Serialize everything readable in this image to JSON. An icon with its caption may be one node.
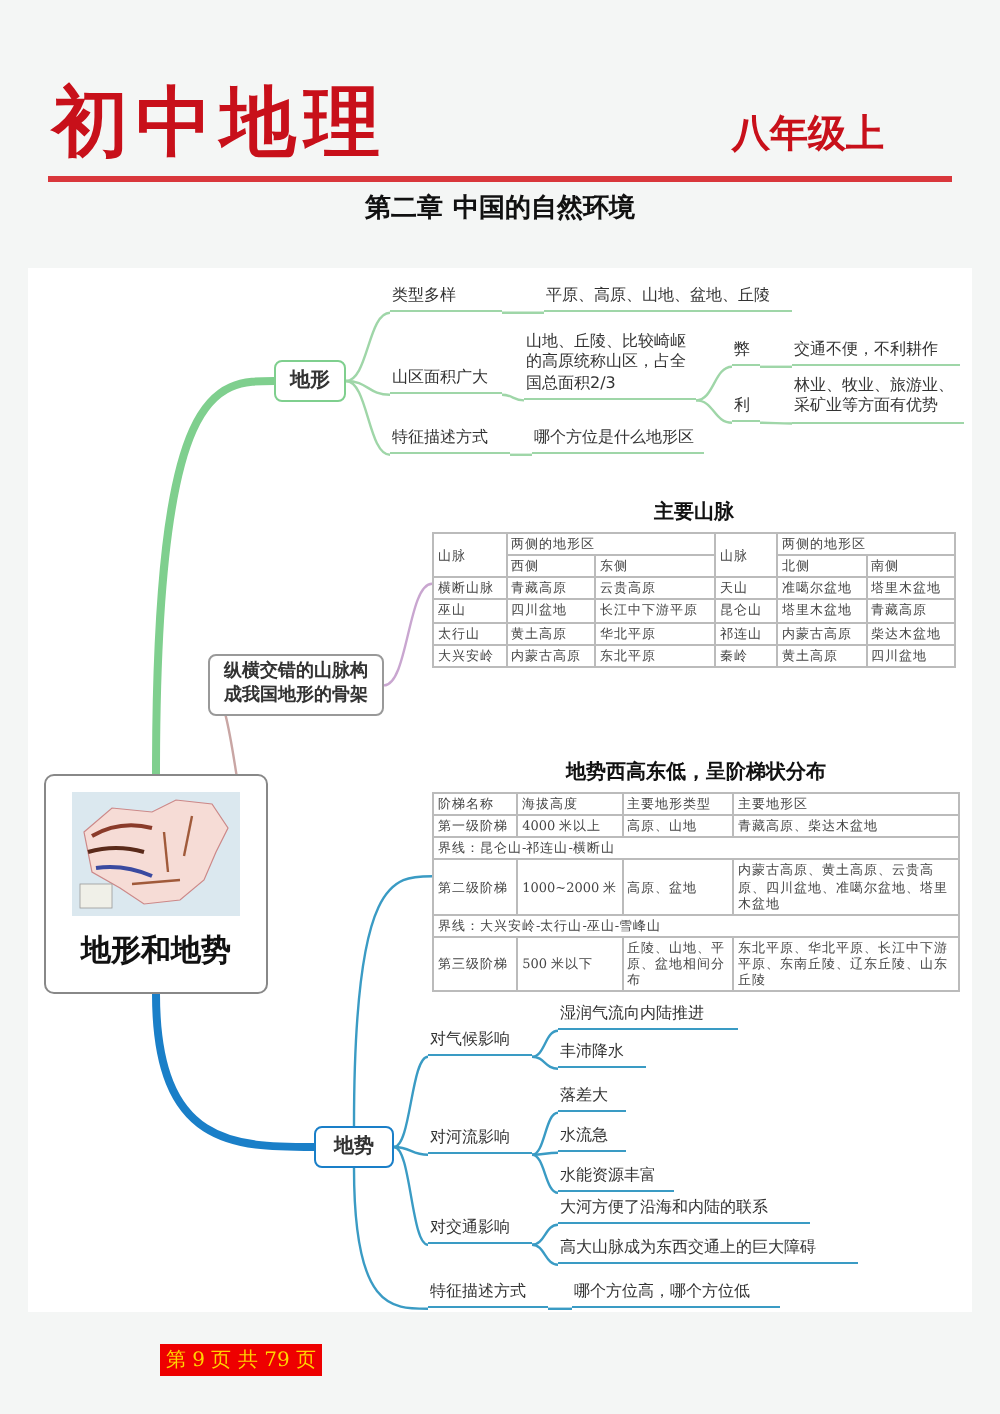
{
  "diagram": {
    "title": "初中地理",
    "nodes": [
      {
        "text": [
          "地形和地势"
        ]
      },
      {
        "text": [
          "地形"
        ]
      },
      {
        "text": [
          "类型多样"
        ]
      },
      {
        "text": [
          "平原、高原、山地、盆地、丘陵"
        ]
      },
      {
        "text": [
          "山区面积广大"
        ]
      },
      {
        "text": [
          "山地、丘陵、比较崎岖的高原统称山区，占全国总面积2/3"
        ]
      },
      {
        "text": [
          "弊"
        ]
      },
      {
        "text": [
          "交通不便，不利耕作"
        ]
      },
      {
        "text": [
          "利"
        ]
      },
      {
        "text": [
          "林业、牧业、旅游业、采矿业等方面有优势"
        ]
      },
      {
        "text": [
          "特征描述方式"
        ]
      },
      {
        "text": [
          "哪个方位是什么地形区"
        ]
      },
      {
        "text": [
          "纵横交错的山脉构成我国地形的骨架"
        ]
      },
      {
        "text": [
          "主要山脉"
        ]
      },
      {
        "text": [
          "地势"
        ]
      },
      {
        "text": [
          "地势西高东低，呈阶梯状分布"
        ]
      },
      {
        "text": [
          "对气候影响"
        ]
      },
      {
        "text": [
          "湿润气流向内陆推进"
        ]
      },
      {
        "text": [
          "丰沛降水"
        ]
      },
      {
        "text": [
          "对河流影响"
        ]
      },
      {
        "text": [
          "落差大"
        ]
      },
      {
        "text": [
          "水流急"
        ]
      },
      {
        "text": [
          "水能资源丰富"
        ]
      },
      {
        "text": [
          "对交通影响"
        ]
      },
      {
        "text": [
          "大河方便了沿海和内陆的联系"
        ]
      },
      {
        "text": [
          "高大山脉成为东西交通上的巨大障碍"
        ]
      },
      {
        "text": [
          "特征描述方式"
        ]
      },
      {
        "text": [
          "哪个方位高，哪个方位低"
        ]
      }
    ],
    "edges": [
      {
        "from": 0,
        "to": 1,
        "arrow": "none",
        "style": "thick",
        "color": "#7fcf8e"
      },
      {
        "from": 1,
        "to": 2,
        "arrow": "none",
        "color": "#9fd6a8"
      },
      {
        "from": 2,
        "to": 3,
        "arrow": "none",
        "color": "#9fd6a8"
      },
      {
        "from": 1,
        "to": 4,
        "arrow": "none",
        "color": "#9fd6a8"
      },
      {
        "from": 4,
        "to": 5,
        "arrow": "none",
        "color": "#9fd6a8"
      },
      {
        "from": 5,
        "to": 6,
        "arrow": "none",
        "color": "#9fd6a8"
      },
      {
        "from": 6,
        "to": 7,
        "arrow": "none",
        "color": "#9fd6a8"
      },
      {
        "from": 5,
        "to": 8,
        "arrow": "none",
        "color": "#9fd6a8"
      },
      {
        "from": 8,
        "to": 9,
        "arrow": "none",
        "color": "#9fd6a8"
      },
      {
        "from": 1,
        "to": 10,
        "arrow": "none",
        "color": "#9fd6a8"
      },
      {
        "from": 10,
        "to": 11,
        "arrow": "none",
        "color": "#9fd6a8"
      },
      {
        "from": 0,
        "to": 12,
        "arrow": "none",
        "color": "#c9a6a4"
      },
      {
        "from": 12,
        "to": 13,
        "arrow": "none",
        "color": "#c9a6d0"
      },
      {
        "from": 0,
        "to": 14,
        "arrow": "none",
        "style": "thick",
        "color": "#1a7fc8"
      },
      {
        "from": 14,
        "to": 15,
        "arrow": "none"
      },
      {
        "from": 14,
        "to": 16,
        "arrow": "none"
      },
      {
        "from": 16,
        "to": 17,
        "arrow": "none"
      },
      {
        "from": 16,
        "to": 18,
        "arrow": "none"
      },
      {
        "from": 14,
        "to": 19,
        "arrow": "none"
      },
      {
        "from": 19,
        "to": 20,
        "arrow": "none"
      },
      {
        "from": 19,
        "to": 21,
        "arrow": "none"
      },
      {
        "from": 19,
        "to": 22,
        "arrow": "none"
      },
      {
        "from": 14,
        "to": 23,
        "arrow": "none"
      },
      {
        "from": 23,
        "to": 24,
        "arrow": "none"
      },
      {
        "from": 23,
        "to": 25,
        "arrow": "none"
      },
      {
        "from": 14,
        "to": 26,
        "arrow": "none"
      },
      {
        "from": 26,
        "to": 27,
        "arrow": "none"
      }
    ],
    "labels": [
      "八年级上",
      "第二章 中国的自然环境",
      "山脉",
      "两侧的地形区",
      "山脉",
      "两侧的地形区",
      "西侧",
      "东侧",
      "北侧",
      "南侧",
      "横断山脉",
      "青藏高原",
      "云贵高原",
      "天山",
      "准噶尔盆地",
      "塔里木盆地",
      "巫山",
      "四川盆地",
      "长江中下游平原",
      "昆仑山",
      "塔里木盆地",
      "青藏高原",
      "太行山",
      "黄土高原",
      "华北平原",
      "祁连山",
      "内蒙古高原",
      "柴达木盆地",
      "大兴安岭",
      "内蒙古高原",
      "东北平原",
      "秦岭",
      "黄土高原",
      "四川盆地",
      "阶梯名称",
      "海拔高度",
      "主要地形类型",
      "主要地形区",
      "第一级阶梯",
      "4000 米以上",
      "高原、山地",
      "青藏高原、柴达木盆地",
      "界线：昆仑山-祁连山-横断山",
      "第二级阶梯",
      "1000~2000 米",
      "高原、盆地",
      "内蒙古高原、黄土高原、云贵高原、四川盆地、准噶尔盆地、塔里木盆地",
      "界线：大兴安岭-太行山-巫山-雪峰山",
      "第三级阶梯",
      "500 米以下",
      "丘陵、山地、平原、盆地相间分布",
      "东北平原、华北平原、长江中下游平原、东南丘陵、辽东丘陵、山东丘陵",
      "第 9 页 共 79 页"
    ]
  }
}
